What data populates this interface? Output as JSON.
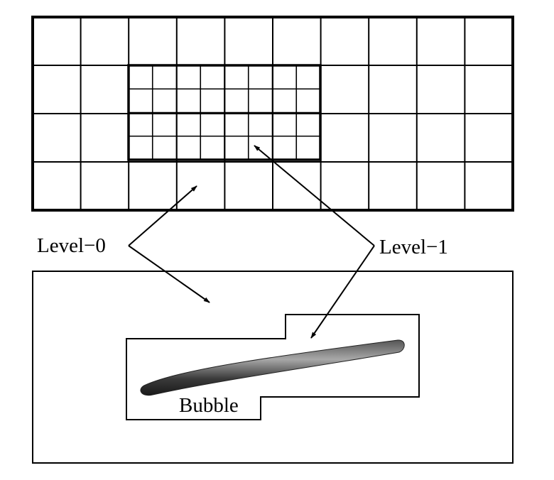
{
  "labels": {
    "level0": "Level−0",
    "level1": "Level−1",
    "bubble": "Bubble"
  },
  "grid": {
    "level0_columns": 10,
    "level0_rows": 4,
    "level1_columns": 8,
    "level1_rows": 4
  },
  "colors": {
    "line": "#000000",
    "background": "#ffffff",
    "bubble_dark": "#2a2a2a",
    "bubble_light": "#9a9a9a"
  }
}
